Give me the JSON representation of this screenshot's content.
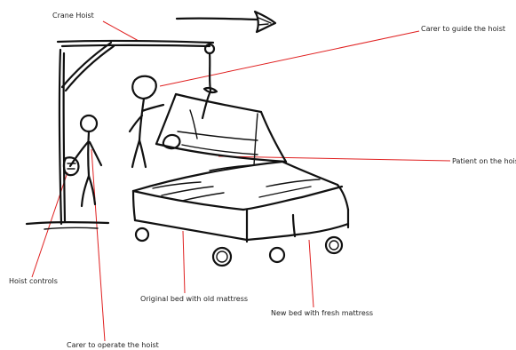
{
  "diagram": {
    "labels": {
      "crane_hoist": "Crane Hoist",
      "carer_guide": "Carer to guide the hoist",
      "patient": "Patient on the hois",
      "hoist_controls": "Hoist controls",
      "original_bed": "Original bed with old mattress",
      "new_bed": "New bed with fresh mattress",
      "carer_operate": "Carer to operate the hoist"
    },
    "icons": [
      "direction-arrow-icon"
    ],
    "colors": {
      "leader_line": "#e02020",
      "sketch_stroke": "#111111",
      "label_text": "#222222",
      "background": "#ffffff"
    }
  }
}
